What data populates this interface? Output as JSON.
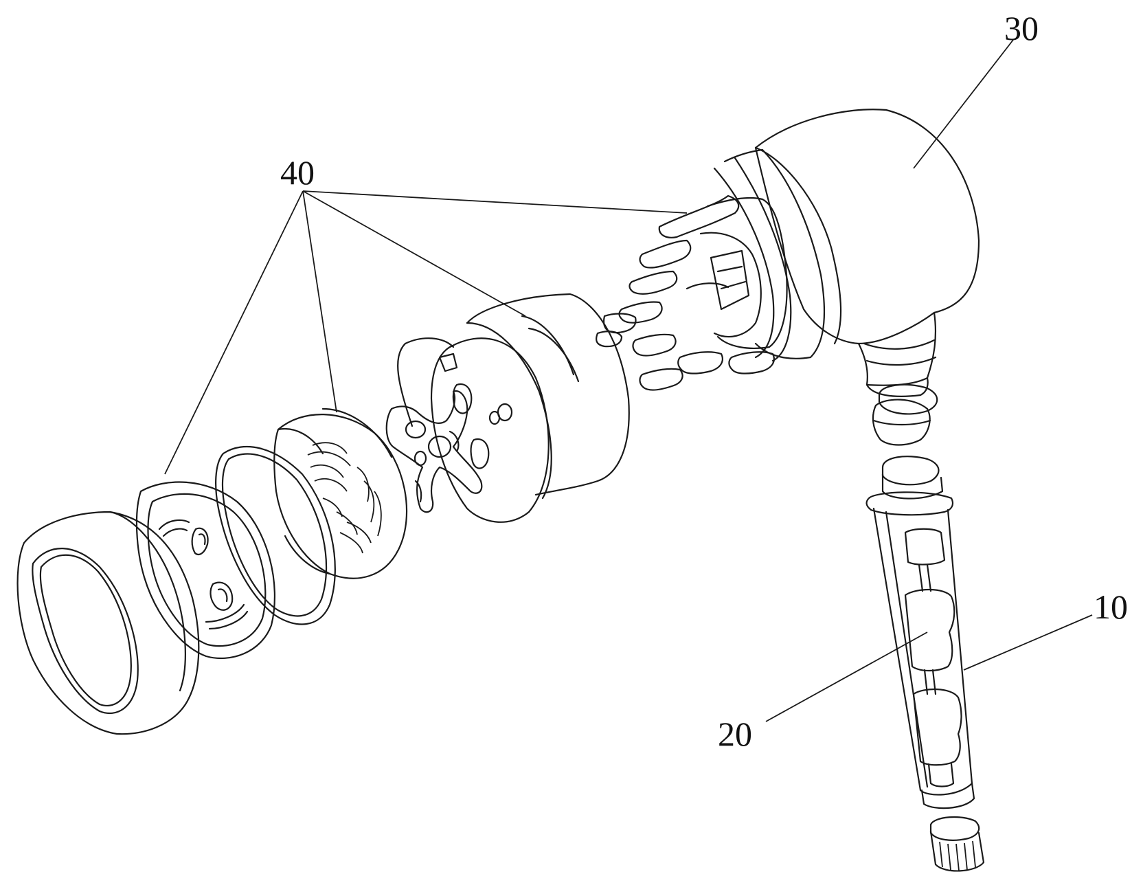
{
  "labels": {
    "ref_30": "30",
    "ref_40": "40",
    "ref_10": "10",
    "ref_20": "20"
  },
  "colors": {
    "line": "#1a1a1a",
    "background": "#ffffff"
  }
}
